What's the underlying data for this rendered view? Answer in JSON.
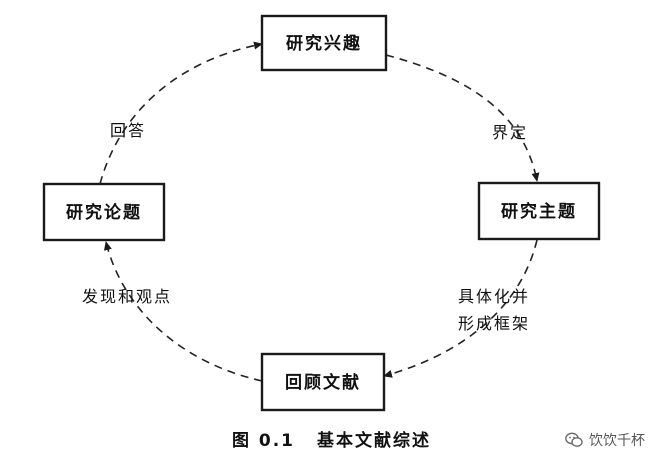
{
  "nodes": {
    "top": {
      "label": "研究兴趣"
    },
    "right": {
      "label": "研究主题"
    },
    "bottom": {
      "label": "回顾文献"
    },
    "left": {
      "label": "研究论题"
    }
  },
  "edges": {
    "top_to_right": {
      "label": "界定"
    },
    "right_to_bottom": {
      "label_line1": "具体化并",
      "label_line2": "形成框架"
    },
    "bottom_to_left": {
      "label": "发现和观点"
    },
    "left_to_top": {
      "label": "回答"
    }
  },
  "caption": {
    "number": "图 0.1",
    "text": "基本文献综述"
  },
  "watermark": {
    "icon": "wechat-icon",
    "text": "饮饮千杯"
  }
}
